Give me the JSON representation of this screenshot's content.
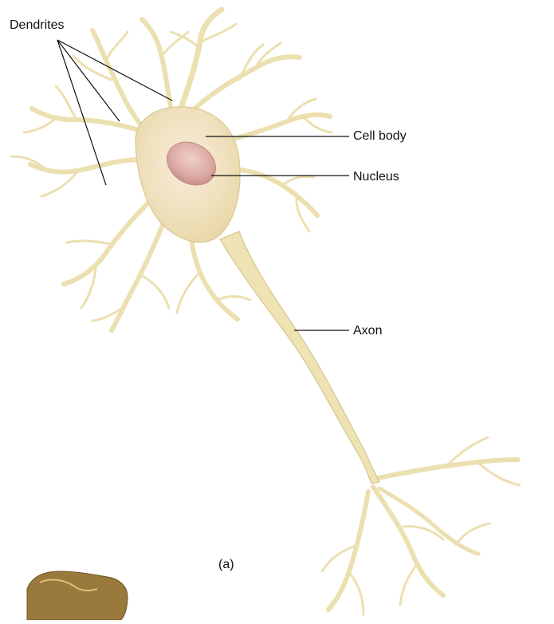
{
  "labels": {
    "dendrites": "Dendrites",
    "cell_body": "Cell body",
    "nucleus": "Nucleus",
    "axon": "Axon",
    "panel": "(a)"
  },
  "colors": {
    "neuron_fill": "#efe3b4",
    "neuron_edge": "#d6c58e",
    "soma_inner": "#f6e6d3",
    "nucleus": "#d9a8a3",
    "leader_line": "#111111",
    "tissue": "#9a7a3c"
  }
}
